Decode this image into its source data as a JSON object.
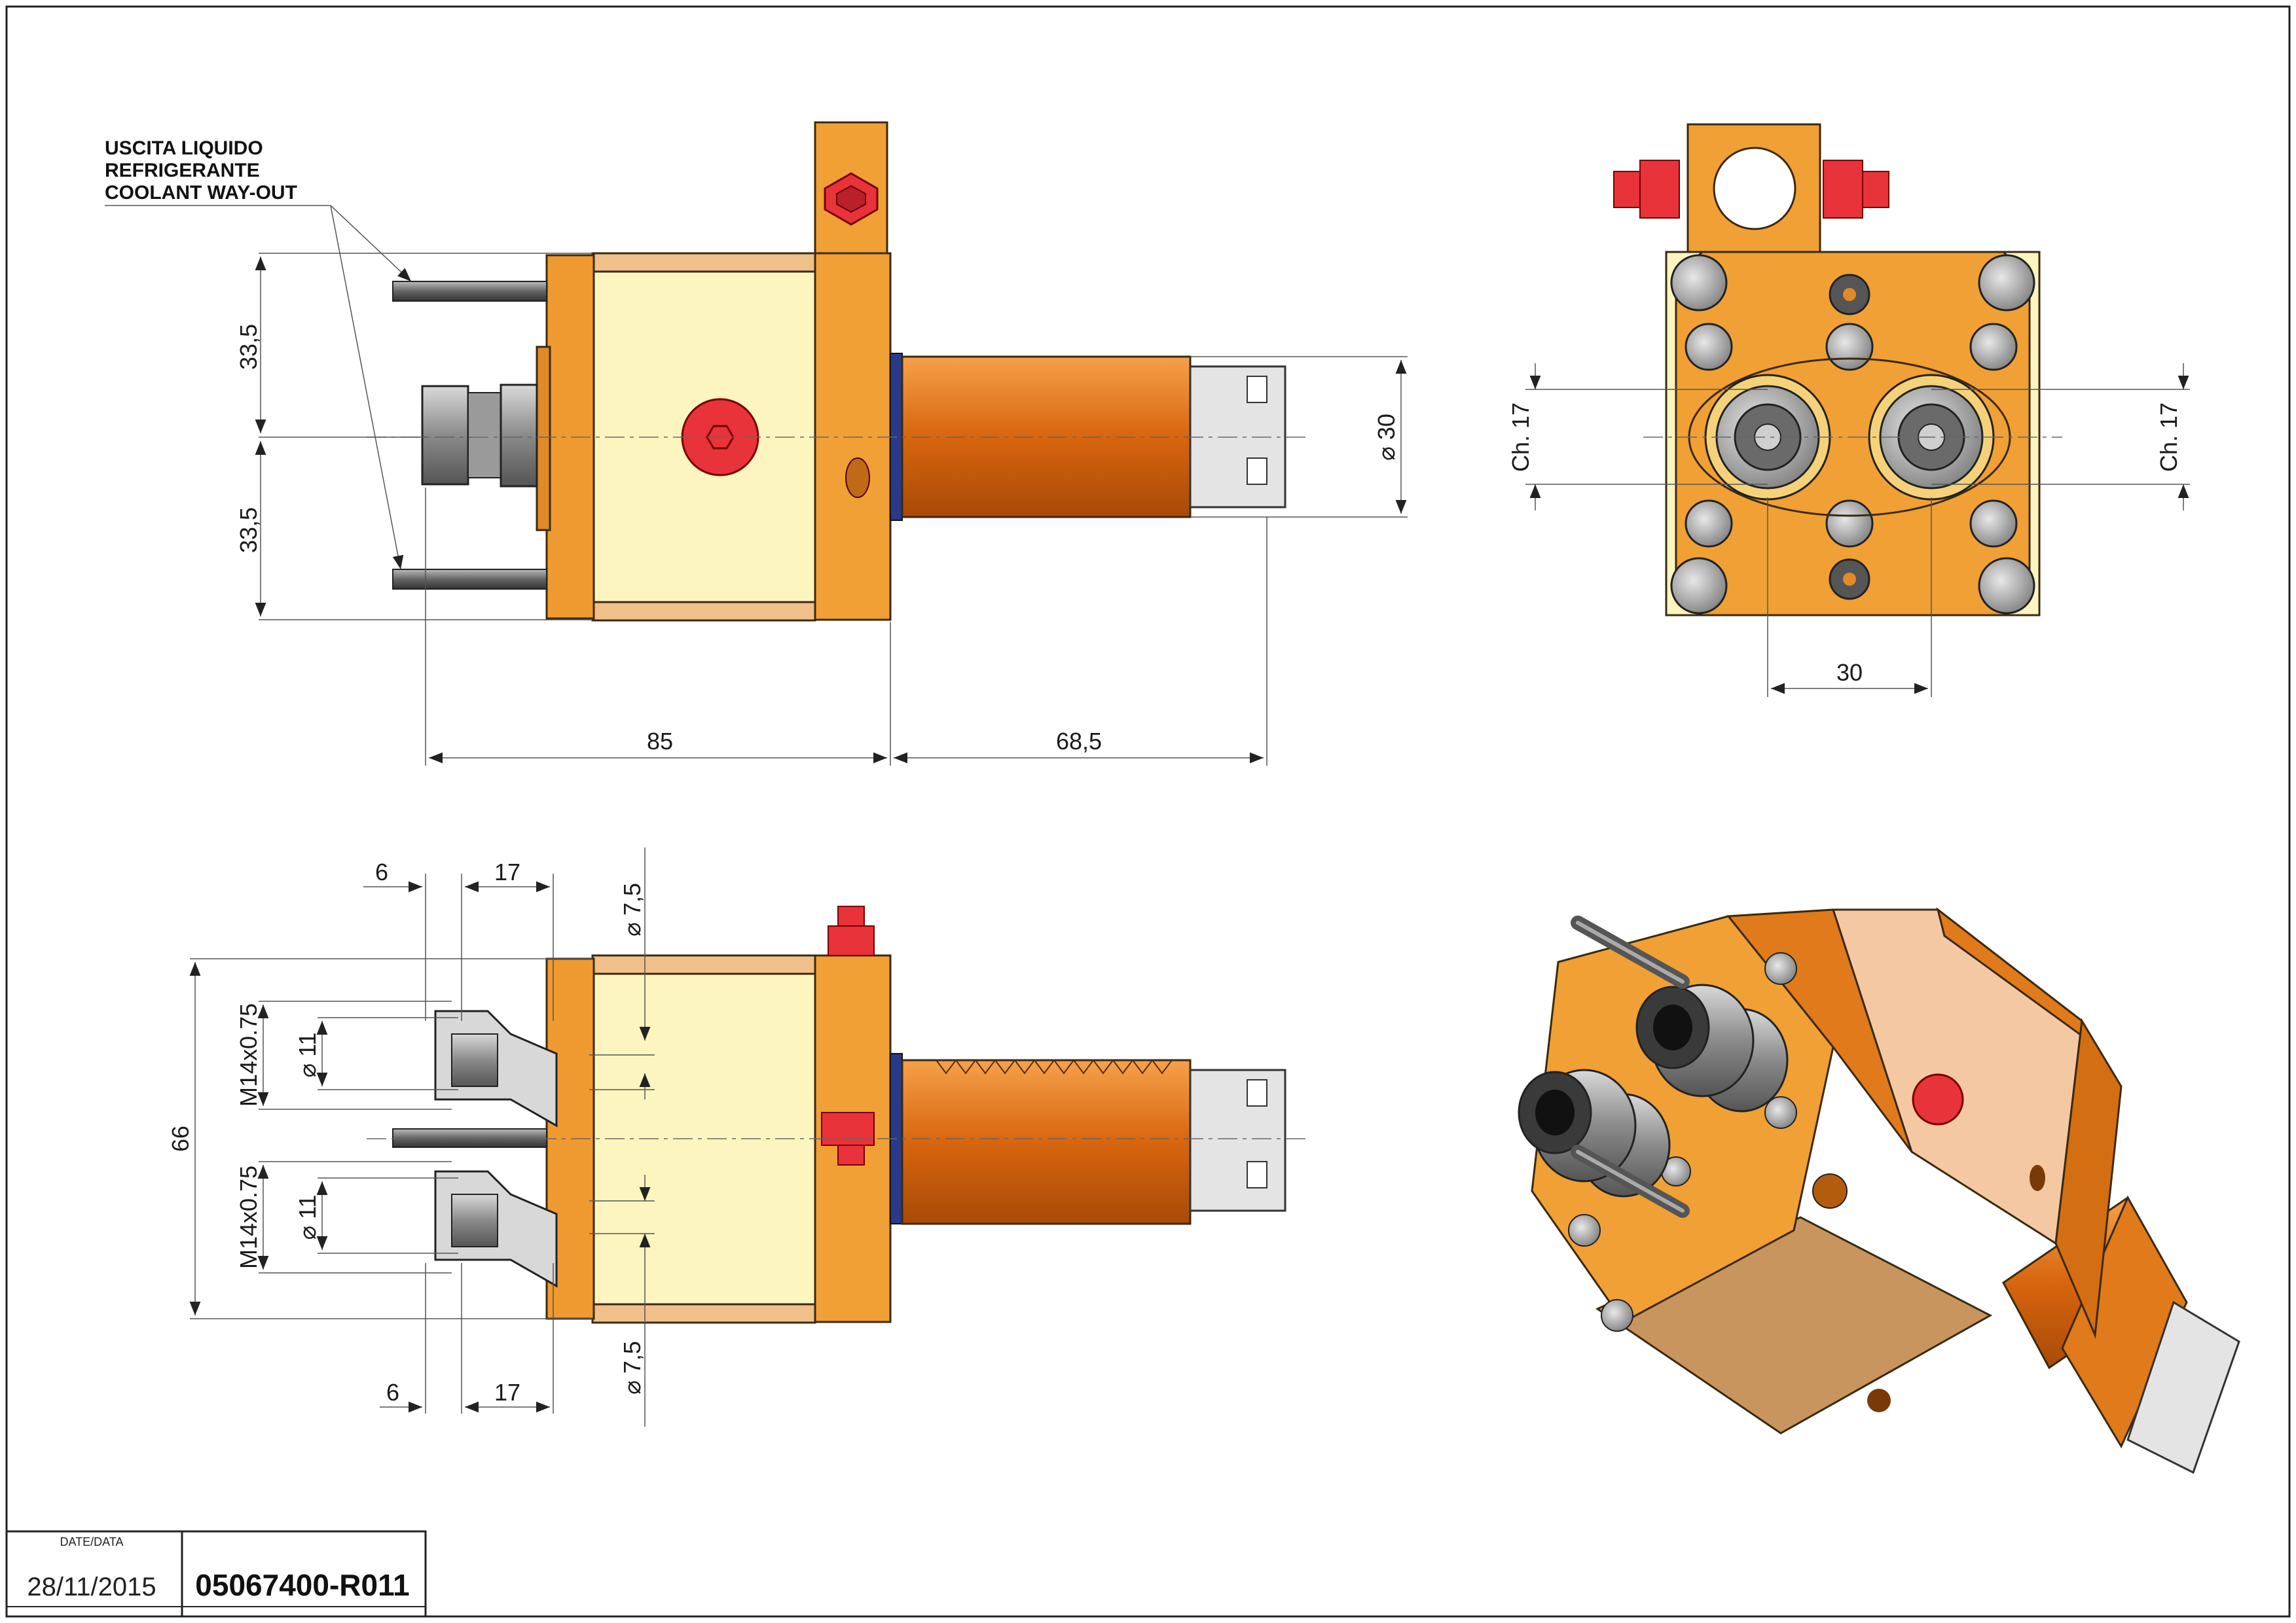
{
  "callout": {
    "line1": "USCITA LIQUIDO",
    "line2": "REFRIGERANTE",
    "line3": "COOLANT WAY-OUT"
  },
  "front_view": {
    "dim_upper": "33,5",
    "dim_lower": "33,5",
    "dim_diameter": "⌀ 30",
    "dim_left_length": "85",
    "dim_right_length": "68,5"
  },
  "end_view": {
    "dim_ch_left": "Ch. 17",
    "dim_ch_right": "Ch. 17",
    "dim_spacing": "30"
  },
  "section_view": {
    "dim_top_6": "6",
    "dim_top_17": "17",
    "dim_bottom_6": "6",
    "dim_bottom_17": "17",
    "dim_height": "66",
    "dim_thread_upper": "M14x0.75",
    "dim_thread_lower": "M14x0.75",
    "dim_bore_upper": "⌀ 11",
    "dim_bore_lower": "⌀ 11",
    "dim_hole_top": "⌀ 7,5",
    "dim_hole_bottom": "⌀ 7,5"
  },
  "title_block": {
    "date_label": "DATE/DATA",
    "date_value": "28/11/2015",
    "drawing_code": "05067400-R011"
  },
  "colors": {
    "body_orange": "#f0a035",
    "face_cream": "#fdf5c0",
    "shaft_orange": "#e07a1a",
    "plug_red": "#e8333a",
    "iso_shaded": "#c9955e"
  }
}
